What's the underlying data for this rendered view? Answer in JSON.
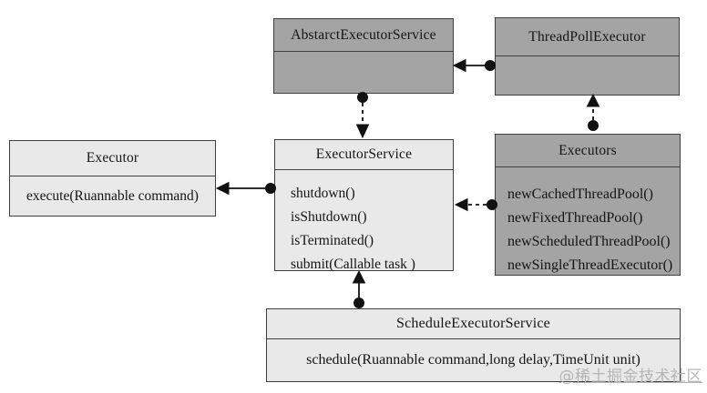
{
  "classes": {
    "abstract_executor_service": {
      "title": "AbstarctExecutorService",
      "methods": []
    },
    "thread_poll_executor": {
      "title": "ThreadPollExecutor",
      "methods": []
    },
    "executor": {
      "title": "Executor",
      "methods": [
        "execute(Ruannable command)"
      ]
    },
    "executor_service": {
      "title": "ExecutorService",
      "methods": [
        "shutdown()",
        "isShutdown()",
        "isTerminated()",
        "submit(Callable task )"
      ]
    },
    "executors": {
      "title": "Executors",
      "methods": [
        "newCachedThreadPool()",
        "newFixedThreadPool()",
        "newScheduledThreadPool()",
        "newSingleThreadExecutor()"
      ]
    },
    "schedule_executor_service": {
      "title": "ScheduleExecutorService",
      "methods": [
        "schedule(Ruannable command,long delay,TimeUnit unit)"
      ]
    }
  },
  "relationships": [
    {
      "from": "ThreadPollExecutor",
      "to": "AbstarctExecutorService",
      "line": "solid",
      "connector": "ball-and-arrow"
    },
    {
      "from": "AbstarctExecutorService",
      "to": "ExecutorService",
      "line": "dashed",
      "connector": "ball-and-arrow"
    },
    {
      "from": "ExecutorService",
      "to": "Executor",
      "line": "solid",
      "connector": "ball-and-arrow"
    },
    {
      "from": "Executors",
      "to": "ExecutorService",
      "line": "dashed",
      "connector": "ball-and-arrow"
    },
    {
      "from": "Executors",
      "to": "ThreadPollExecutor",
      "line": "dashed",
      "connector": "ball-and-arrow"
    },
    {
      "from": "ScheduleExecutorService",
      "to": "ExecutorService",
      "line": "solid",
      "connector": "ball-and-arrow"
    }
  ],
  "colors": {
    "dark_box_fill": "#a4a4a4",
    "light_box_fill": "#e9e9e9",
    "border": "#3f3f3f",
    "arrow": "#111111",
    "watermark": "#b3b3b3"
  },
  "watermark": "@稀土掘金技术社区"
}
